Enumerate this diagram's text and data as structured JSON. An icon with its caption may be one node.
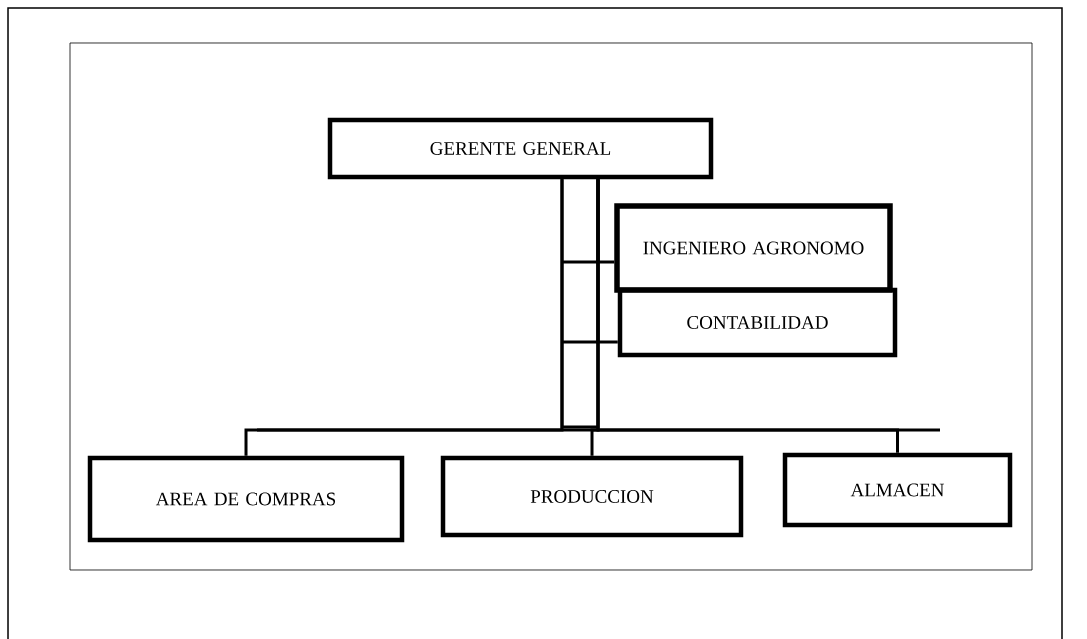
{
  "diagram": {
    "nodes": [
      {
        "text": [
          "GERENTE GENERAL"
        ]
      },
      {
        "text": [
          "INGENIERO AGRONOMO"
        ]
      },
      {
        "text": [
          "CONTABILIDAD"
        ]
      },
      {
        "text": [
          "AREA DE COMPRAS"
        ]
      },
      {
        "text": [
          "PRODUCCION"
        ]
      },
      {
        "text": [
          "ALMACEN"
        ]
      }
    ],
    "edges": [
      {
        "from": 0,
        "to": 1,
        "arrow": "none"
      },
      {
        "from": 0,
        "to": 2,
        "arrow": "none"
      },
      {
        "from": 0,
        "to": 3,
        "arrow": "none"
      },
      {
        "from": 0,
        "to": 4,
        "arrow": "none"
      },
      {
        "from": 0,
        "to": 5,
        "arrow": "none"
      }
    ]
  }
}
